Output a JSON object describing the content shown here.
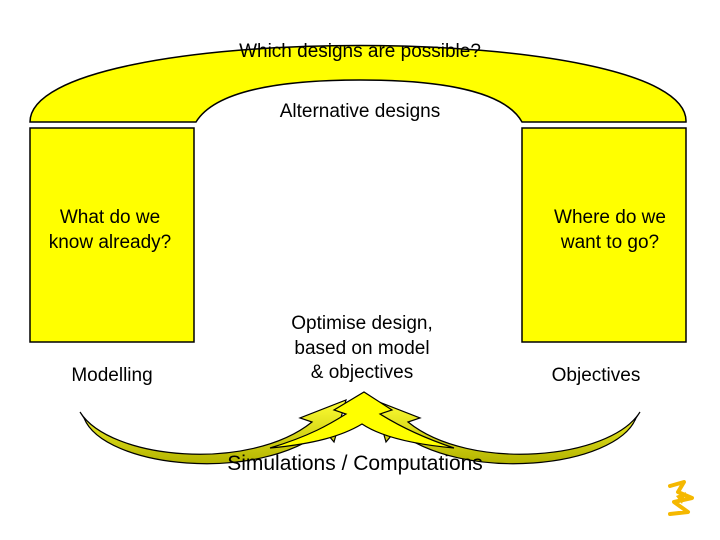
{
  "labels": {
    "top_question": "Which designs are possible?",
    "alternative_designs": "Alternative designs",
    "know_already": "What do we\nknow already?",
    "where_to_go": "Where do we\nwant to go?",
    "modelling": "Modelling",
    "optimise": "Optimise design,\nbased on model\n& objectives",
    "objectives": "Objectives",
    "simulations": "Simulations / Computations"
  },
  "colors": {
    "fill": "#ffff00",
    "stroke": "#000000",
    "arrow_fill": "#cccc00",
    "logo": "#f5b800"
  },
  "icons": {
    "logo": "company-logo-icon"
  }
}
